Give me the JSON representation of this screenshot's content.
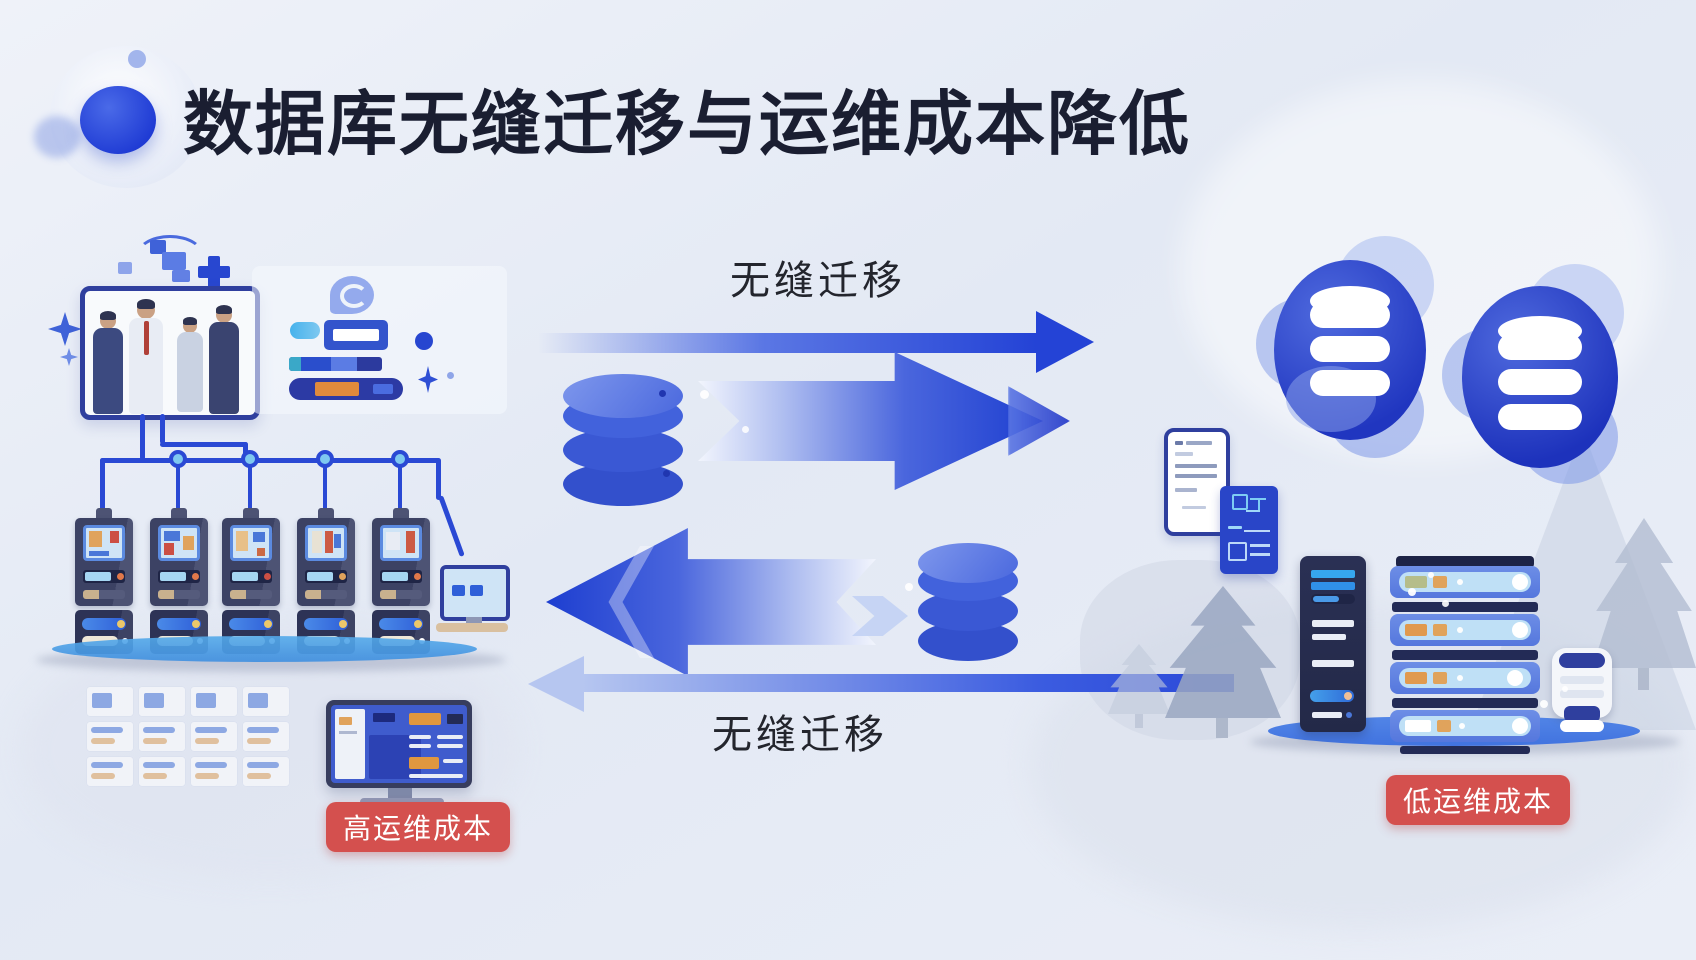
{
  "slide": {
    "title": "数据库无缝迁移与运维成本降低"
  },
  "migration": {
    "top_label": "无缝迁移",
    "bottom_label": "无缝迁移",
    "top_direction": "left-to-right",
    "bottom_direction": "right-to-left"
  },
  "legacy": {
    "badge_label": "高运维成本"
  },
  "cloud": {
    "badge_label": "低运维成本"
  },
  "colors": {
    "title_text": "#1a1e31",
    "accent_blue": "#2646d8",
    "deep_blue": "#1d3ed0",
    "light_blue": "#aebfee",
    "cable_blue": "#2a49d4",
    "platform_blue": "#4aa0e8",
    "navy_server": "#3c4264",
    "rack_blue": "#6286e2",
    "orange": "#e09a4e",
    "badge_red": "#d4504e",
    "label_text": "#23252d"
  },
  "icons": {
    "logo": "blue-sphere-logo",
    "database": "database-cylinder",
    "cloud_database": "cloud-database",
    "arrow_right": "thick-right-arrow",
    "arrow_left": "thick-left-arrow",
    "thin_arrow": "thin-gradient-arrow",
    "sparkle": "four-point-star",
    "plus": "plus-cross",
    "speech_bubble": "chat-bubble",
    "server_tower": "tower-server",
    "rack_server": "rack-server",
    "robot": "service-robot",
    "pine_tree": "pine-tree",
    "desktop": "desktop-monitor",
    "phone_card": "document-phone",
    "circuit_card": "circuit-card"
  }
}
